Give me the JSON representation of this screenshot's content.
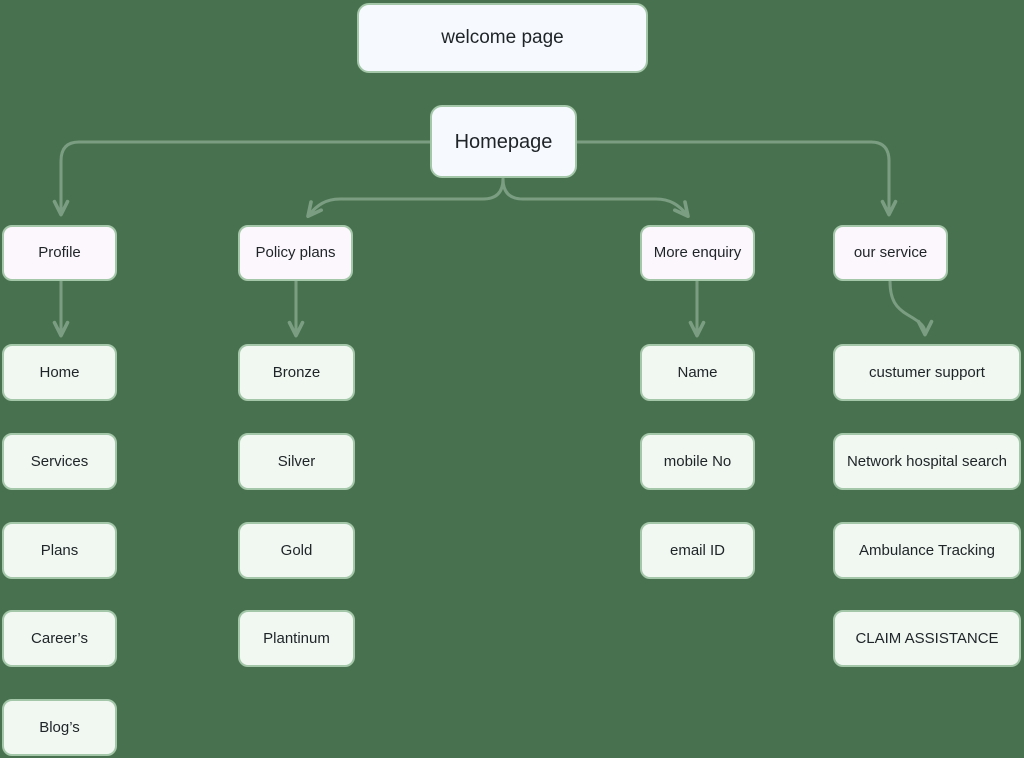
{
  "diagram": {
    "title_node": "welcome page",
    "root_node": "Homepage",
    "colors": {
      "background": "#48724f",
      "connector": "#7b9e82",
      "node_border": "#a4c6a9",
      "top_node_fill": "#f6faff",
      "branch_node_fill": "#fcf7fd",
      "leaf_node_fill": "#f0f8f1",
      "text": "#1f2428"
    },
    "branches": [
      {
        "label": "Profile",
        "children": [
          "Home",
          "Services",
          "Plans",
          "Career’s",
          "Blog’s"
        ]
      },
      {
        "label": "Policy plans",
        "children": [
          "Bronze",
          "Silver",
          "Gold",
          "Plantinum"
        ]
      },
      {
        "label": "More enquiry",
        "children": [
          "Name",
          "mobile No",
          "email ID"
        ]
      },
      {
        "label": "our service",
        "children": [
          "custumer support",
          "Network hospital search",
          "Ambulance Tracking",
          "CLAIM ASSISTANCE"
        ]
      }
    ]
  }
}
